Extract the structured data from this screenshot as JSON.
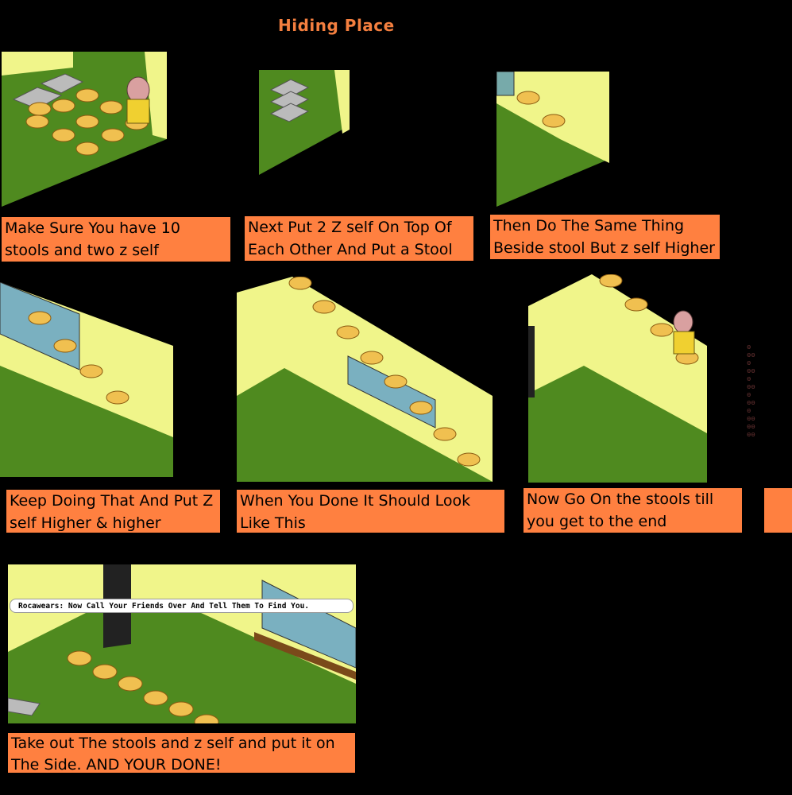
{
  "title": "Hiding Place",
  "captions": [
    {
      "line1": "Make Sure You have 10",
      "line2": "stools and two z self"
    },
    {
      "line1": "Next Put 2  Z self On Top Of",
      "line2": "Each Other And Put a Stool"
    },
    {
      "line1": "Then Do The Same Thing",
      "line2": "Beside stool But z self Higher"
    },
    {
      "line1": "Keep Doing That And Put Z",
      "line2": "self Higher & higher"
    },
    {
      "line1": "When You Done It Should Look",
      "line2": "Like This"
    },
    {
      "line1": "Now Go On the stools till",
      "line2": "you get to the end"
    },
    {
      "line1": "Take out The stools and z self and put it on",
      "line2": "The Side. AND YOUR DONE!"
    }
  ],
  "chat_message": "Rocawears: Now Call Your Friends Over And Tell Them To Find You.",
  "colors": {
    "caption_bg": "#ff8040",
    "title": "#f47f3f",
    "floor": "#4f8a1f",
    "wall": "#f0f58a",
    "stool": "#f0c050"
  }
}
